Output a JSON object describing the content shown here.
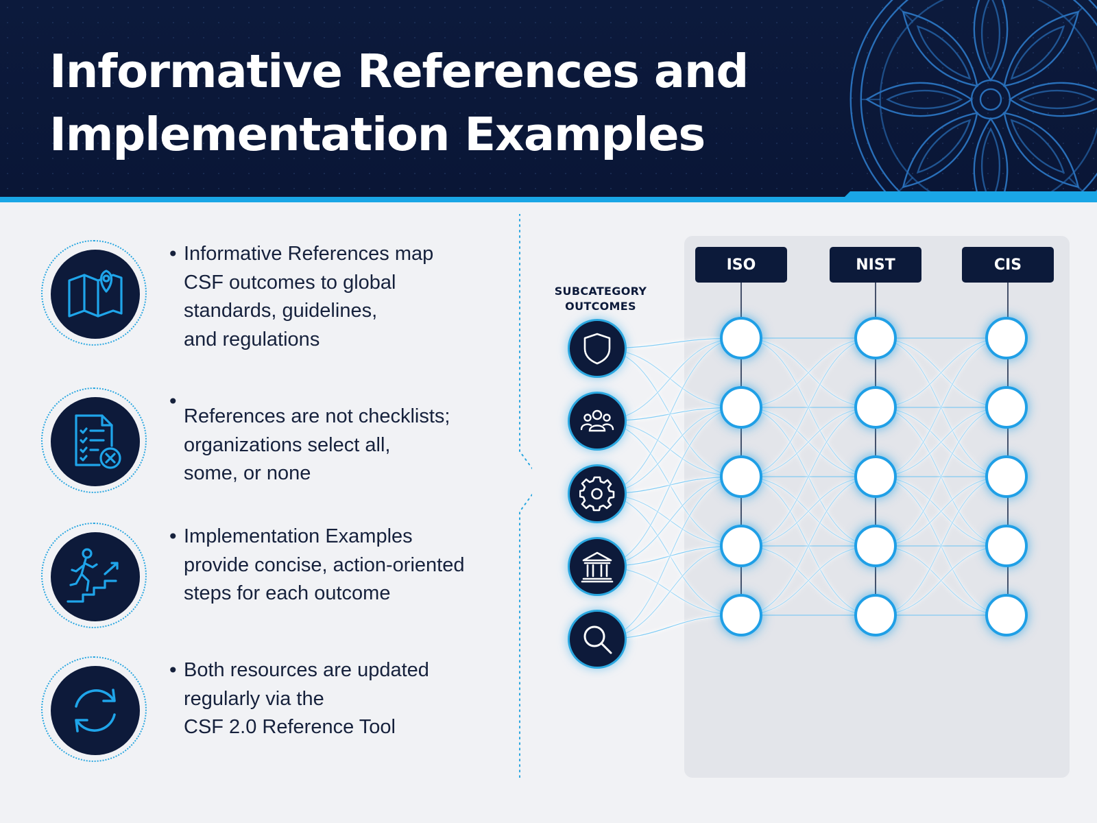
{
  "title": {
    "line1": "Informative References and",
    "line2": "Implementation Examples"
  },
  "items": [
    {
      "icon": "map-pin-icon",
      "lines": [
        "Informative References map",
        "CSF outcomes to global",
        "standards, guidelines,",
        "and regulations"
      ]
    },
    {
      "icon": "checklist-x-icon",
      "lines": [
        "References are not checklists;",
        "organizations select all,",
        "some, or none"
      ]
    },
    {
      "icon": "climbing-stairs-icon",
      "lines": [
        "Implementation Examples",
        "provide concise, action-oriented",
        "steps for each outcome"
      ]
    },
    {
      "icon": "refresh-cycle-icon",
      "lines": [
        "Both resources are updated",
        "regularly via the",
        "CSF 2.0 Reference Tool"
      ]
    }
  ],
  "diagram": {
    "outcomes_label": [
      "SUBCATEGORY",
      "OUTCOMES"
    ],
    "outcome_icons": [
      "shield-icon",
      "people-icon",
      "gear-icon",
      "institution-icon",
      "magnifier-icon"
    ],
    "columns": [
      "ISO",
      "NIST",
      "CIS"
    ],
    "nodes_per_column": 5
  },
  "colors": {
    "navy": "#0c1a3a",
    "accent": "#1aa6e6",
    "background": "#f1f2f5"
  }
}
